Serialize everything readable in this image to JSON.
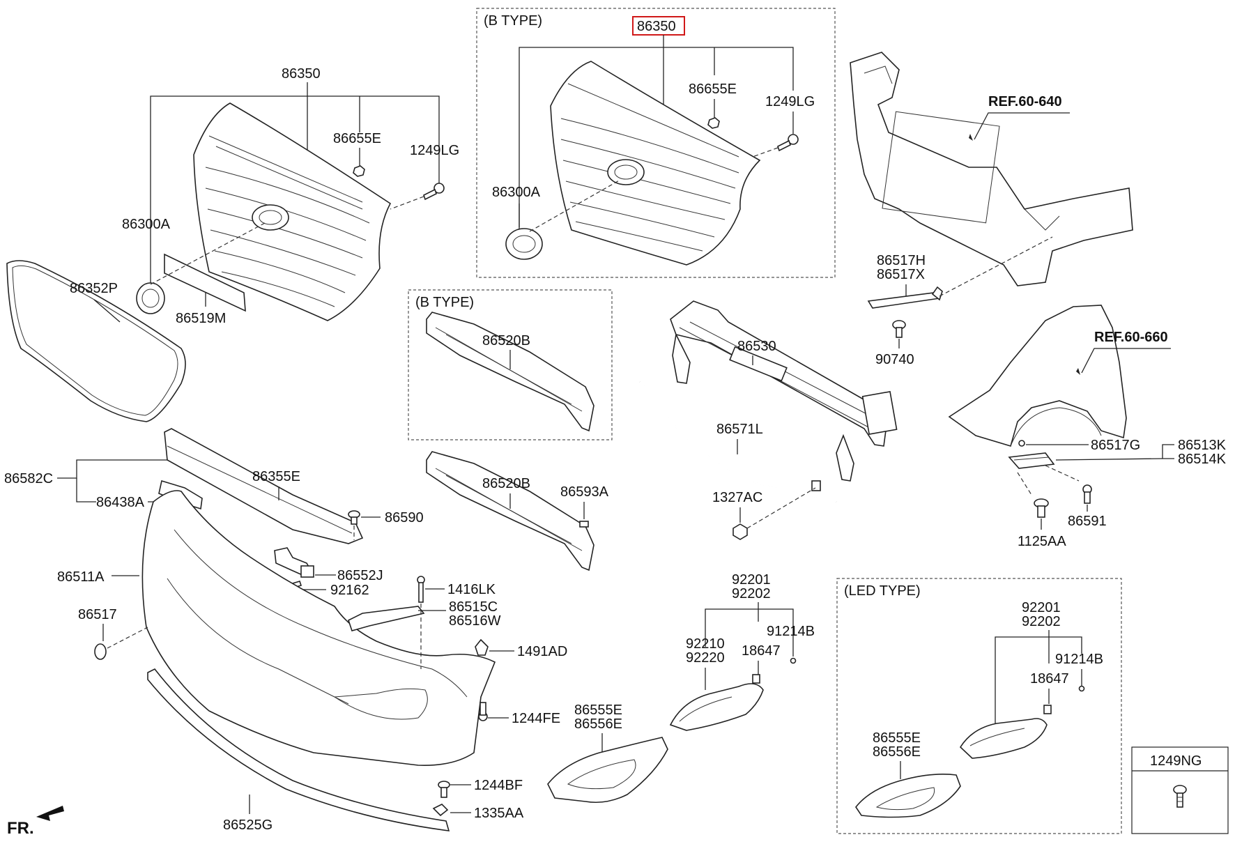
{
  "boxes": {
    "b_type_grille": "(B TYPE)",
    "b_type_absorber": "(B TYPE)",
    "led_type": "(LED TYPE)"
  },
  "labels": {
    "g1_86350": "86350",
    "g1_86655E": "86655E",
    "g1_1249LG": "1249LG",
    "g1_86300A": "86300A",
    "p_86352P": "86352P",
    "p_86519M": "86519M",
    "g2_86350": "86350",
    "g2_86655E": "86655E",
    "g2_1249LG": "1249LG",
    "g2_86300A": "86300A",
    "ref_640": "REF.60-640",
    "ref_660": "REF.60-660",
    "p_86517H": "86517H",
    "p_86517X": "86517X",
    "p_90740": "90740",
    "p_86520B_b": "86520B",
    "p_86520B": "86520B",
    "p_86593A": "86593A",
    "p_86530": "86530",
    "p_86571L": "86571L",
    "p_1327AC": "1327AC",
    "p_86517G": "86517G",
    "p_86513K": "86513K",
    "p_86514K": "86514K",
    "p_86591": "86591",
    "p_1125AA": "1125AA",
    "p_86582C": "86582C",
    "p_86438A": "86438A",
    "p_86355E": "86355E",
    "p_86590": "86590",
    "p_86552J": "86552J",
    "p_92162": "92162",
    "p_86511A": "86511A",
    "p_1416LK": "1416LK",
    "p_86515C": "86515C",
    "p_86516W": "86516W",
    "p_86517": "86517",
    "p_1491AD": "1491AD",
    "p_1244FE": "1244FE",
    "p_1244BF": "1244BF",
    "p_1335AA": "1335AA",
    "p_86525G": "86525G",
    "fr": "FR.",
    "f_92201": "92201",
    "f_92202": "92202",
    "f_91214B": "91214B",
    "f_92210": "92210",
    "f_92220": "92220",
    "f_18647": "18647",
    "f_86555E": "86555E",
    "f_86556E": "86556E",
    "l_92201": "92201",
    "l_92202": "92202",
    "l_91214B": "91214B",
    "l_18647": "18647",
    "l_86555E": "86555E",
    "l_86556E": "86556E",
    "p_1249NG": "1249NG"
  },
  "highlight_color": "#d01818"
}
